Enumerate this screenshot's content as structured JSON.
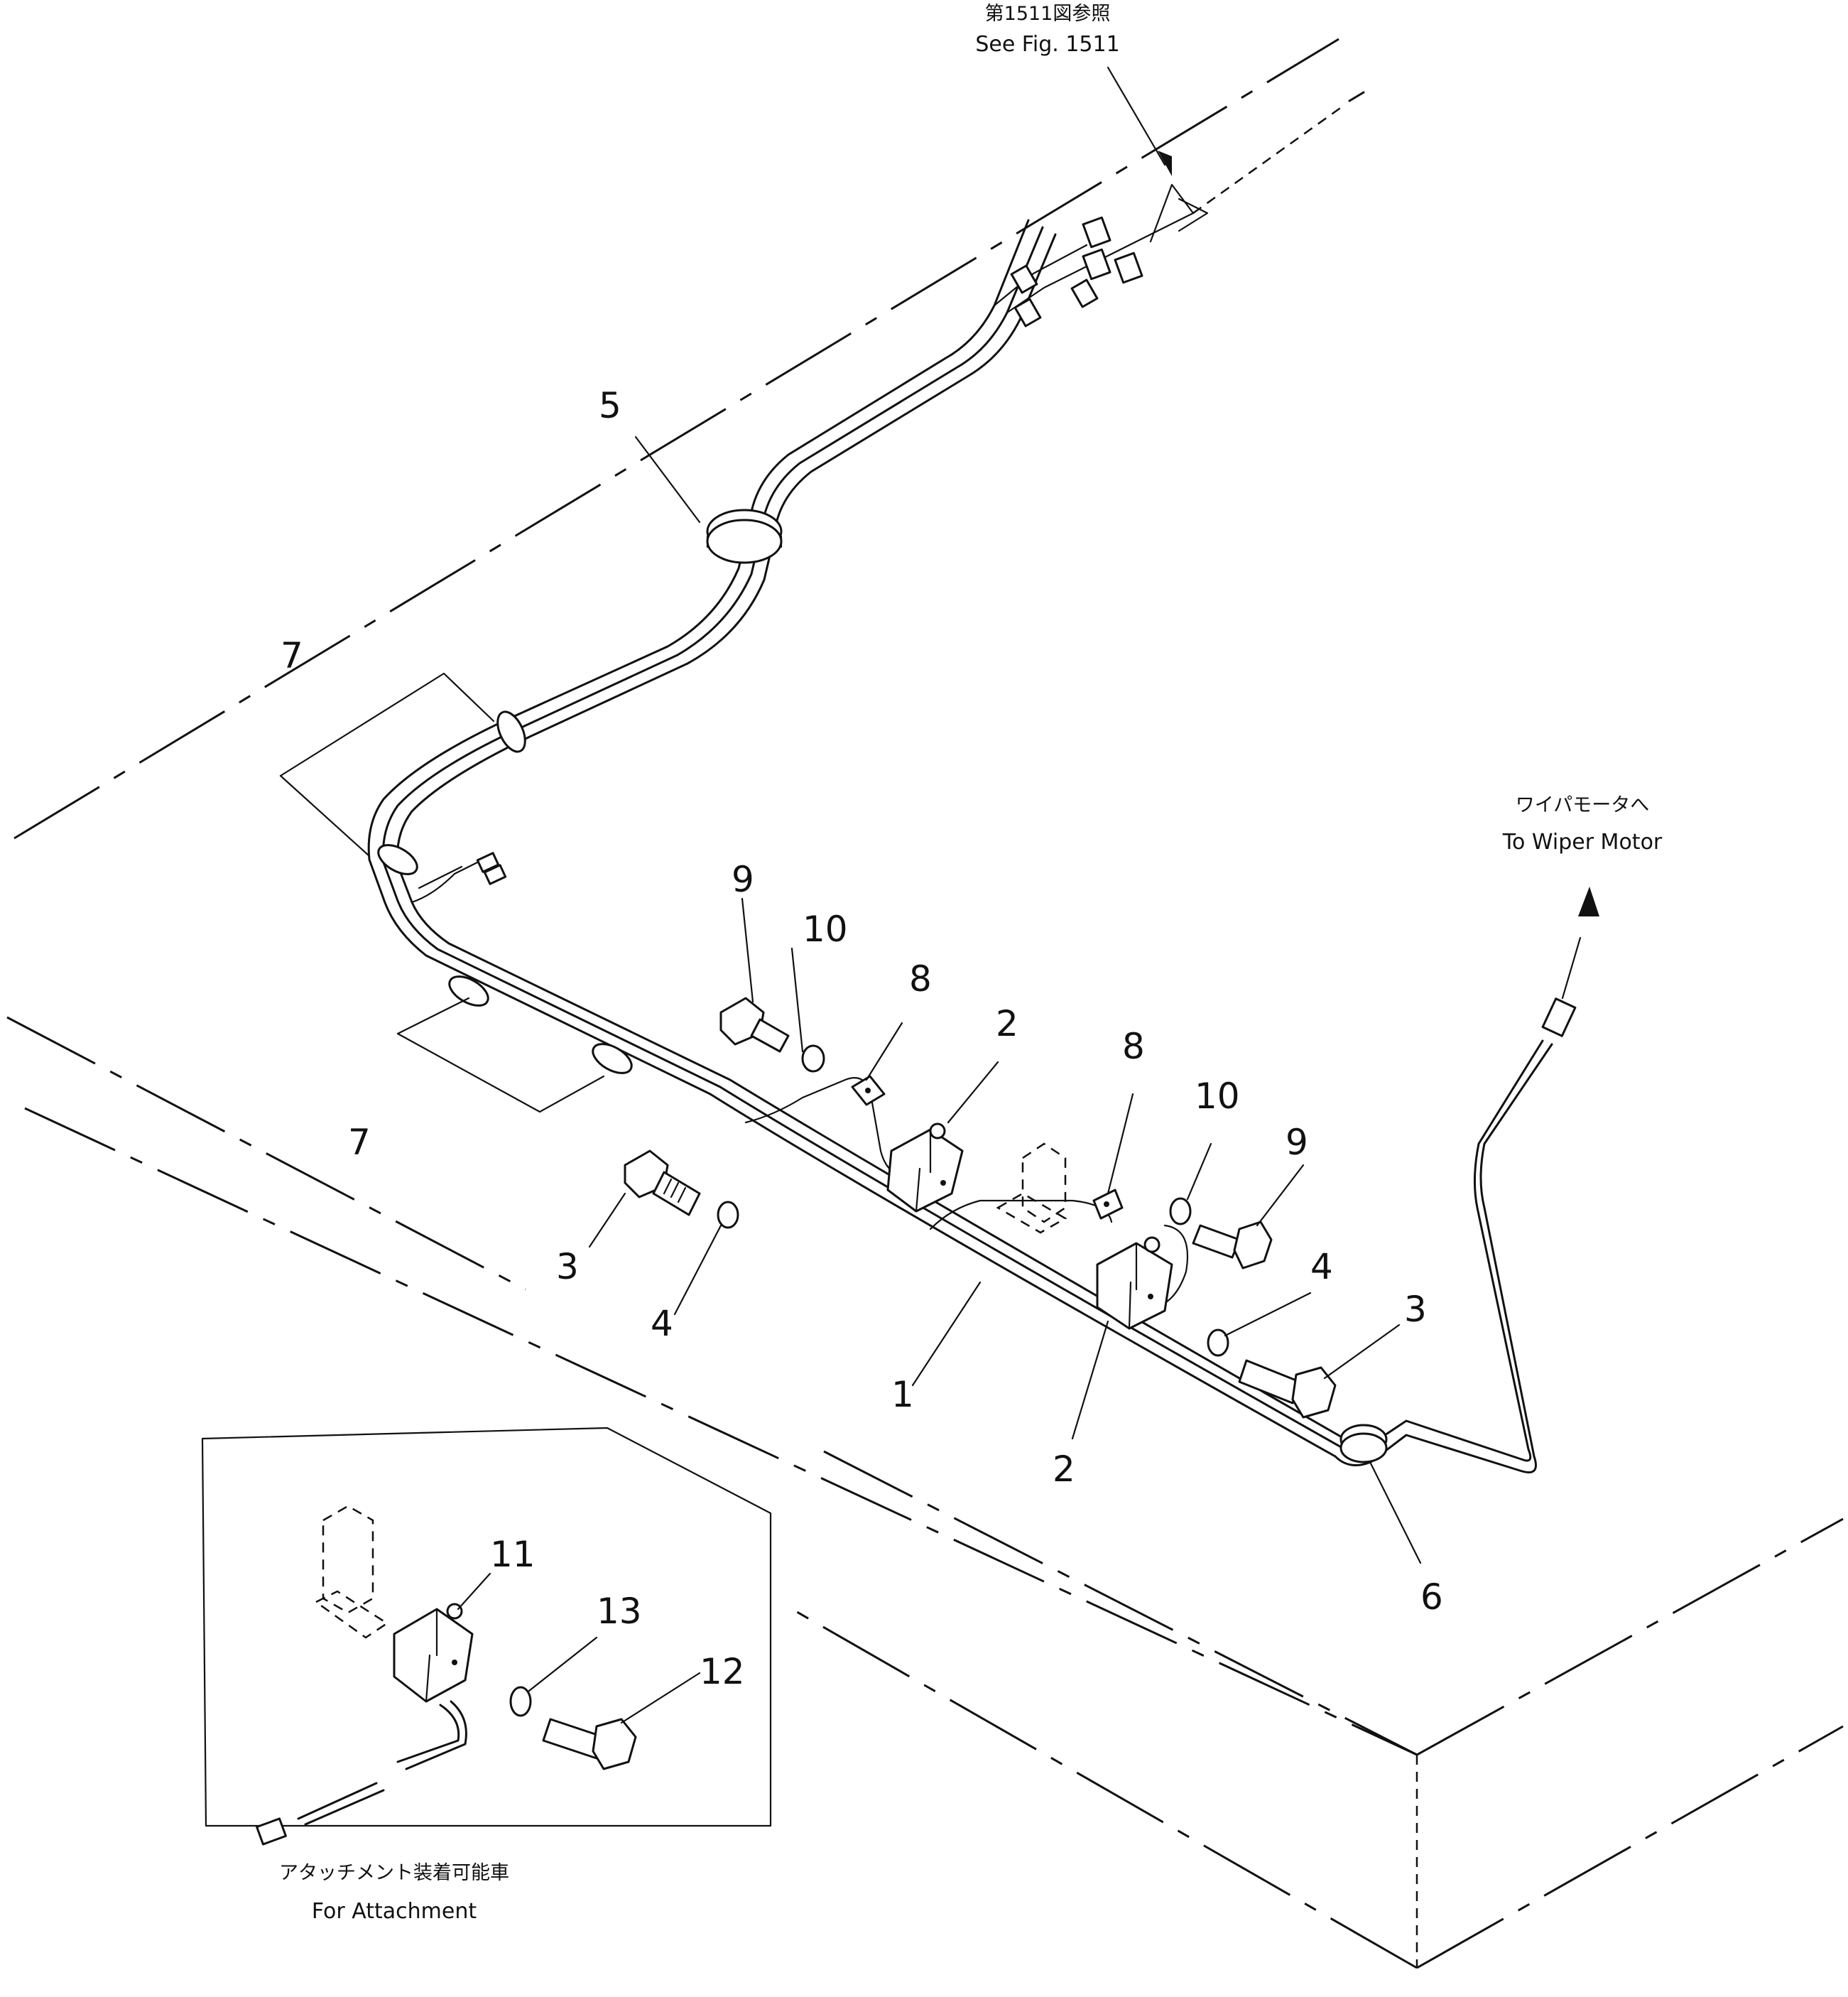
{
  "notes": {
    "top_ja": "第1511図参照",
    "top_en": "See Fig. 1511",
    "wiper_ja": "ワイパモータへ",
    "wiper_en": "To Wiper Motor",
    "attach_ja": "アタッチメント装着可能車",
    "attach_en": "For Attachment"
  },
  "callouts": [
    "1",
    "2",
    "2",
    "3",
    "3",
    "4",
    "4",
    "5",
    "6",
    "7",
    "7",
    "8",
    "8",
    "9",
    "9",
    "10",
    "10",
    "11",
    "12",
    "13"
  ]
}
